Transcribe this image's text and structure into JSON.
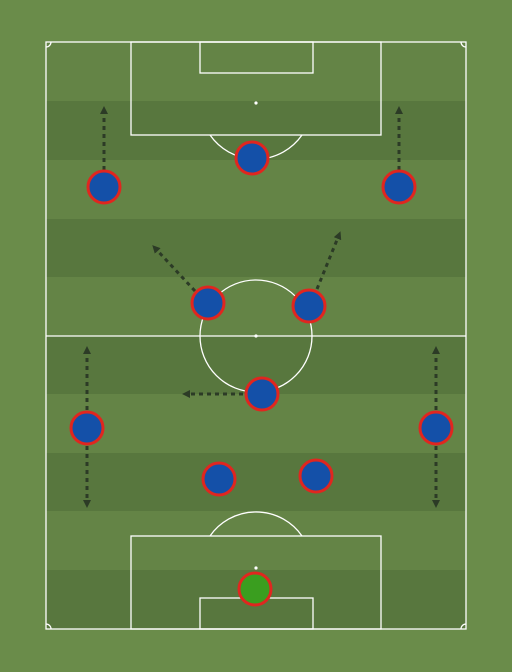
{
  "pitch": {
    "background_color": "#6a8c4a",
    "stripe_light": "#648446",
    "stripe_dark": "#58773e",
    "line_color": "#ffffff"
  },
  "players": [
    {
      "id": "goalkeeper",
      "role": "goalkeeper",
      "color": "#3a9e1f"
    },
    {
      "id": "cb-left",
      "role": "outfield",
      "color": "#1450a8"
    },
    {
      "id": "cb-right",
      "role": "outfield",
      "color": "#1450a8"
    },
    {
      "id": "lb",
      "role": "outfield",
      "color": "#1450a8"
    },
    {
      "id": "rb",
      "role": "outfield",
      "color": "#1450a8"
    },
    {
      "id": "dm",
      "role": "outfield",
      "color": "#1450a8"
    },
    {
      "id": "cm-left",
      "role": "outfield",
      "color": "#1450a8"
    },
    {
      "id": "cm-right",
      "role": "outfield",
      "color": "#1450a8"
    },
    {
      "id": "lw",
      "role": "outfield",
      "color": "#1450a8"
    },
    {
      "id": "rw",
      "role": "outfield",
      "color": "#1450a8"
    },
    {
      "id": "st",
      "role": "outfield",
      "color": "#1450a8"
    }
  ],
  "arrows": [
    {
      "id": "lb-up",
      "color": "#2c3b26"
    },
    {
      "id": "lb-down",
      "color": "#2c3b26"
    },
    {
      "id": "rb-up",
      "color": "#2c3b26"
    },
    {
      "id": "rb-down",
      "color": "#2c3b26"
    },
    {
      "id": "dm-left",
      "color": "#2c3b26"
    },
    {
      "id": "cm-left-run",
      "color": "#2c3b26"
    },
    {
      "id": "cm-right-run",
      "color": "#2c3b26"
    },
    {
      "id": "lw-up",
      "color": "#2c3b26"
    },
    {
      "id": "rw-up",
      "color": "#2c3b26"
    }
  ]
}
